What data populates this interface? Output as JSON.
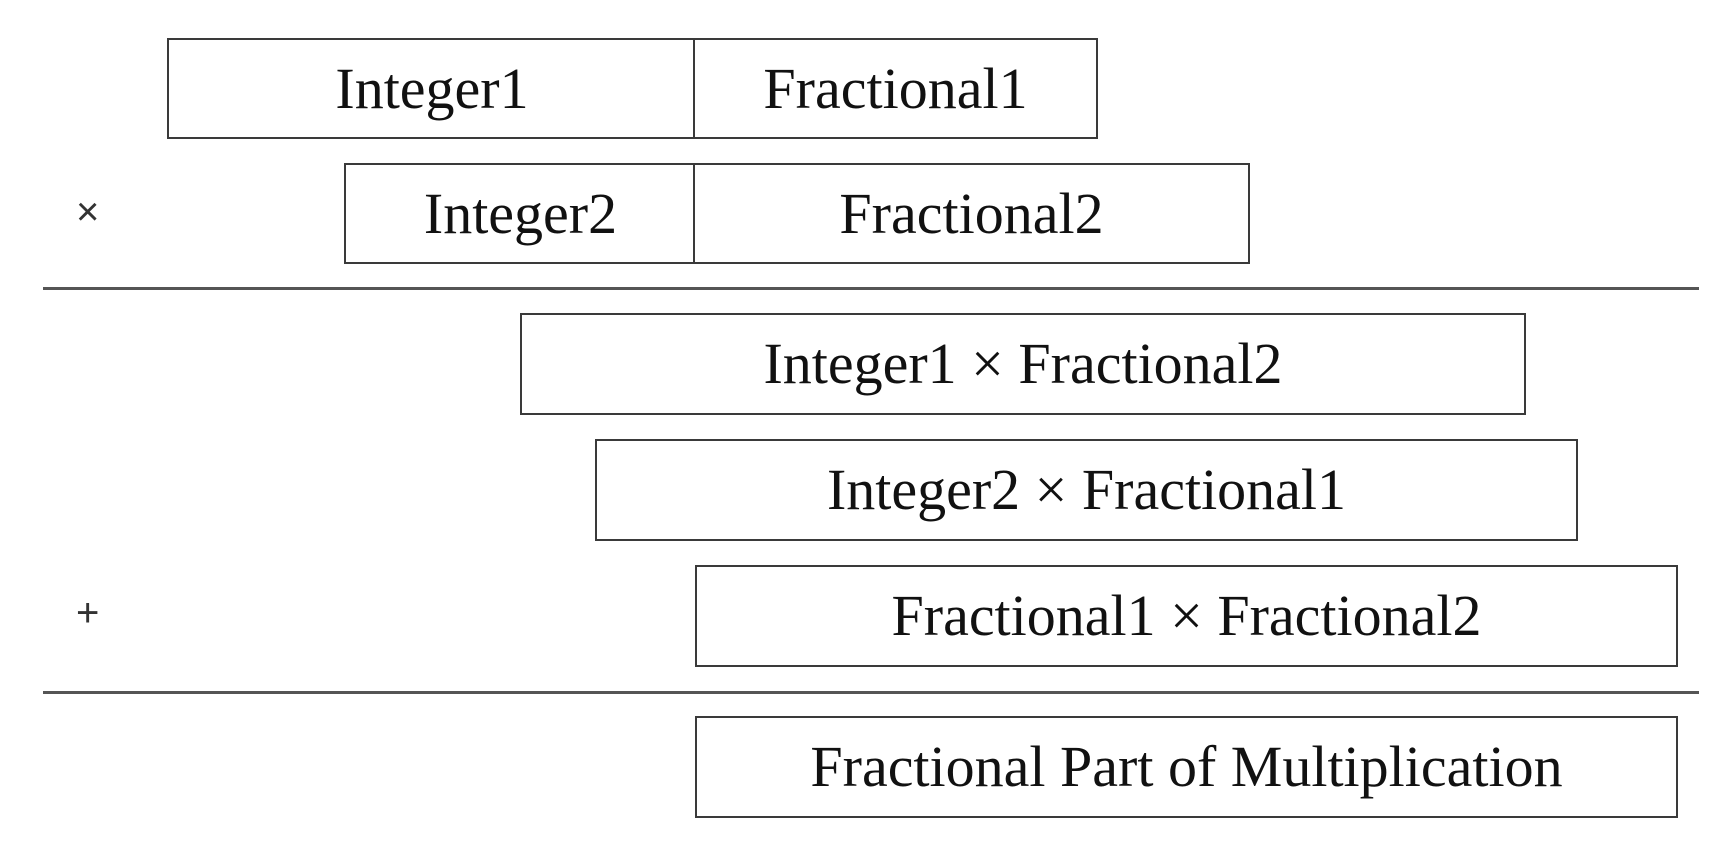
{
  "operand_a": {
    "integer": "Integer1",
    "fractional": "Fractional1"
  },
  "operand_b": {
    "operator": "×",
    "integer": "Integer2",
    "fractional": "Fractional2"
  },
  "partial_products": {
    "row1": "Integer1 × Fractional2",
    "row2": "Integer2 × Fractional1",
    "row3_operator": "+",
    "row3": "Fractional1 × Fractional2"
  },
  "result": "Fractional Part of Multiplication"
}
